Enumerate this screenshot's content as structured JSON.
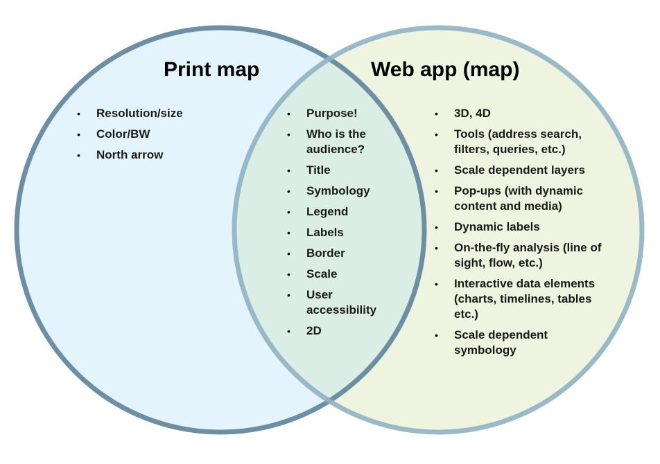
{
  "left": {
    "title": "Print map",
    "items": [
      "Resolution/size",
      "Color/BW",
      "North arrow"
    ]
  },
  "overlap": {
    "items": [
      "Purpose!",
      "Who is the audience?",
      "Title",
      "Symbology",
      "Legend",
      "Labels",
      "Border",
      "Scale",
      "User accessibility",
      "2D"
    ]
  },
  "right": {
    "title": "Web app (map)",
    "items": [
      "3D, 4D",
      "Tools (address search, filters, queries, etc.)",
      "Scale dependent layers",
      "Pop-ups (with dynamic content and media)",
      "Dynamic labels",
      "On-the-fly analysis (line of sight, flow, etc.)",
      "Interactive data elements (charts, timelines, tables etc.)",
      "Scale dependent symbology"
    ]
  },
  "colors": {
    "left_fill": "#e3f4fc",
    "right_fill": "#eef4df",
    "overlap_fill": "#dbeee6",
    "left_stroke": "#6e8fa3",
    "right_stroke": "#8fb2c3"
  }
}
